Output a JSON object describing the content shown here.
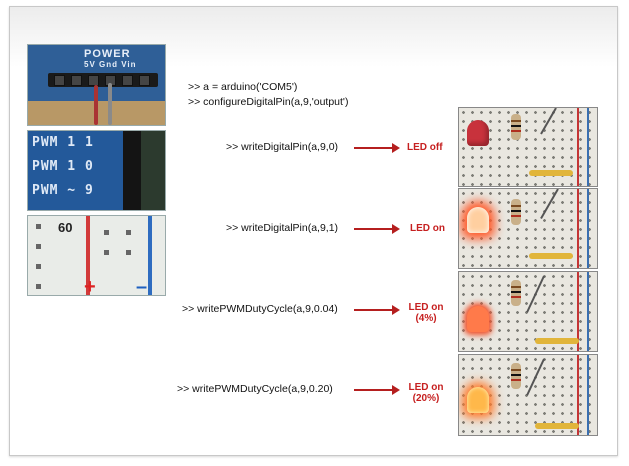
{
  "code": {
    "line1": ">> a = arduino('COM5')",
    "line2": ">> configureDigitalPin(a,9,'output')",
    "cmd1": ">> writeDigitalPin(a,9,0)",
    "cmd2": ">> writeDigitalPin(a,9,1)",
    "cmd3": ">> writePWMDutyCycle(a,9,0.04)",
    "cmd4": ">> writePWMDutyCycle(a,9,0.20)"
  },
  "status": {
    "s1": "LED off",
    "s2": "LED on",
    "s3_line1": "LED on",
    "s3_line2": "(4%)",
    "s4_line1": "LED on",
    "s4_line2": "(20%)"
  },
  "photos": {
    "power_label": "POWER",
    "power_pins": "5V Gnd Vin",
    "pwm_labels": [
      "PWM 1 1",
      "PWM 1 0",
      "PWM ~ 9"
    ],
    "breadboard_number": "60",
    "plus": "+",
    "minus": "–"
  },
  "colors": {
    "arrow": "#b51f1f",
    "status_text": "#c62020",
    "led_off": "#c8323c",
    "led_on": "#ff4a2a",
    "led_dim": "#f05a3a",
    "led_mid": "#ff8a2a"
  }
}
